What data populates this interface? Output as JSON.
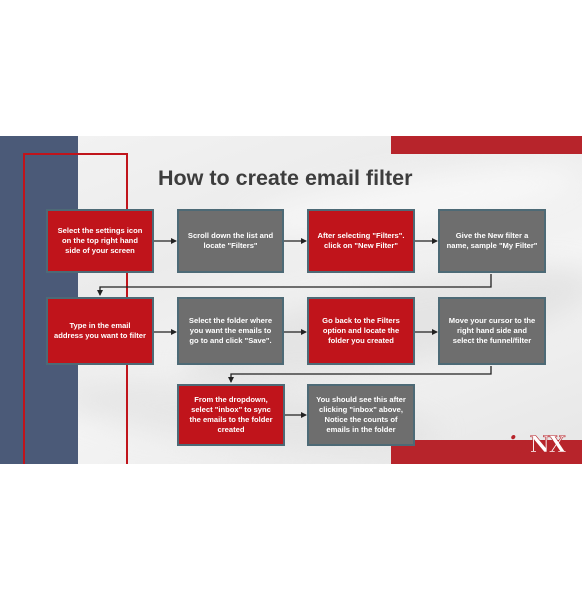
{
  "title": "How to create email filter",
  "steps": [
    {
      "text": "Select the settings icon on the top right hand side of your screen",
      "color": "red"
    },
    {
      "text": "Scroll down the list and locate \"Filters\"",
      "color": "gray"
    },
    {
      "text": "After selecting \"Filters\". click on \"New Filter\"",
      "color": "red"
    },
    {
      "text": "Give the New filter a name, sample \"My Filter\"",
      "color": "gray"
    },
    {
      "text": "Type in the email address you want to filter",
      "color": "red"
    },
    {
      "text": "Select the folder where you want the emails to go to and click \"Save\".",
      "color": "gray"
    },
    {
      "text": "Go back to the Filters option and locate the folder you created",
      "color": "red"
    },
    {
      "text": "Move your cursor to the right hand side and select the funnel/filter",
      "color": "gray"
    },
    {
      "text": "From the dropdown, select \"inbox\" to sync the emails to the folder created",
      "color": "red"
    },
    {
      "text": "You should see this after clicking \"inbox\" above, Notice the counts of emails in the folder",
      "color": "gray"
    }
  ],
  "logo": {
    "prefix": "ip",
    "suffix": "NX"
  },
  "colors": {
    "red_step": "#c0141b",
    "gray_step": "#6e6e6e",
    "step_border": "#4d6a76",
    "left_band": "#4b5a78",
    "accent_band": "#b7242b",
    "title": "#3d3d3d"
  }
}
